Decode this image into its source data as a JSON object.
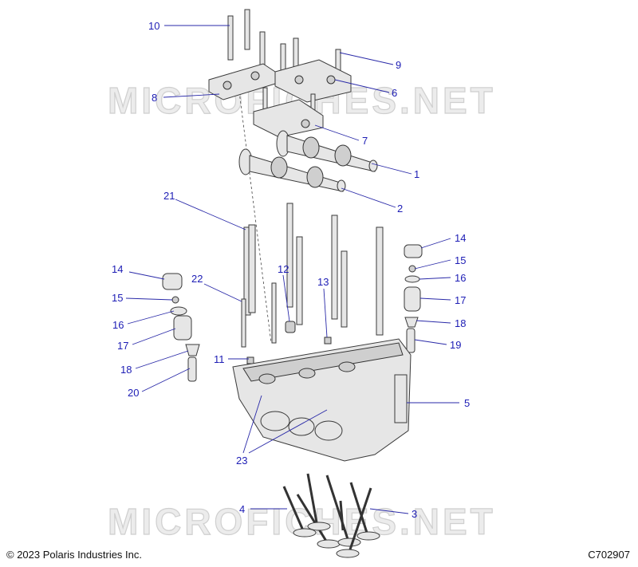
{
  "watermark": "MICROFICHES.NET",
  "callouts": [
    "10",
    "9",
    "8",
    "6",
    "7",
    "1",
    "2",
    "21",
    "14",
    "15",
    "16",
    "17",
    "18",
    "19",
    "12",
    "13",
    "22",
    "11",
    "20",
    "5",
    "23",
    "4",
    "3"
  ],
  "footer": {
    "copyright": "© 2023 Polaris Industries Inc.",
    "figure_id": "C702907"
  }
}
